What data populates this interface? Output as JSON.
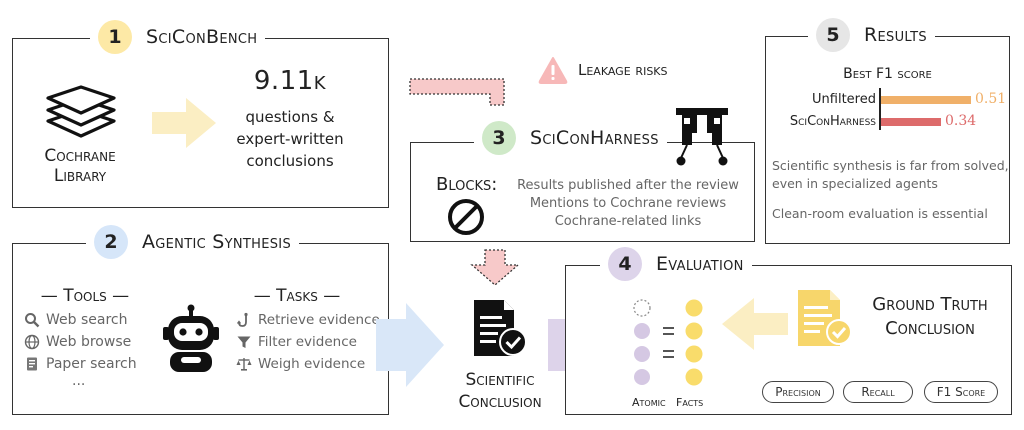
{
  "section1": {
    "number": "1",
    "title": "SciConBench",
    "library_label_line1": "Cochrane",
    "library_label_line2": "Library",
    "count": "9.11k",
    "description_line1": "questions &",
    "description_line2": "expert-written",
    "description_line3": "conclusions"
  },
  "leakage": {
    "label": "Leakage risks",
    "icon": "warning-icon"
  },
  "section3": {
    "number": "3",
    "title": "SciConHarness",
    "blocks_label": "Blocks:",
    "blocked_items": [
      "Results published after the review",
      "Mentions to Cochrane reviews",
      "Cochrane-related links"
    ]
  },
  "section5": {
    "number": "5",
    "title": "Results",
    "subtitle": "Best F1 score",
    "bars": [
      {
        "label": "Unfiltered",
        "value": "0.51",
        "score": 0.51,
        "color": "#f0b069"
      },
      {
        "label": "SciConHarness",
        "value": "0.34",
        "score": 0.34,
        "color": "#dd6b6b"
      }
    ],
    "note1_line1": "Scientific synthesis is far from solved,",
    "note1_line2": "even in specialized agents",
    "note2": "Clean-room evaluation is essential"
  },
  "section2": {
    "number": "2",
    "title": "Agentic Synthesis",
    "tools_header": "— Tools —",
    "tools": [
      {
        "label": "Web search",
        "icon": "magnifier-icon"
      },
      {
        "label": "Web browse",
        "icon": "globe-icon"
      },
      {
        "label": "Paper search",
        "icon": "paper-icon"
      }
    ],
    "tools_more": "...",
    "tasks_header": "— Tasks —",
    "tasks": [
      {
        "label": "Retrieve evidence",
        "icon": "hook-icon"
      },
      {
        "label": "Filter evidence",
        "icon": "filter-icon"
      },
      {
        "label": "Weigh evidence",
        "icon": "scale-icon"
      }
    ]
  },
  "conclusion": {
    "line1": "Scientific",
    "line2": "Conclusion"
  },
  "section4": {
    "number": "4",
    "title": "Evaluation",
    "atomic_label": "Atomic   Facts",
    "ground_truth_line1": "Ground Truth",
    "ground_truth_line2": "Conclusion",
    "metrics": [
      "Precision",
      "Recall",
      "F1 Score"
    ]
  },
  "colors": {
    "yellow": "#fde9a6",
    "blue": "#d6e6f9",
    "green": "#cfe9c8",
    "lavender": "#ddd4ea",
    "gray": "#e6e6e6",
    "arrow_yellow": "#fbeec3",
    "arrow_blue": "#d9e7f8",
    "arrow_lavender": "#ddd3ea",
    "arrow_pink": "#f7c9c9",
    "dot_yellow": "#f9dc6b",
    "dot_lavender": "#d5c8e3",
    "doc_yellow": "#f7d66b"
  }
}
